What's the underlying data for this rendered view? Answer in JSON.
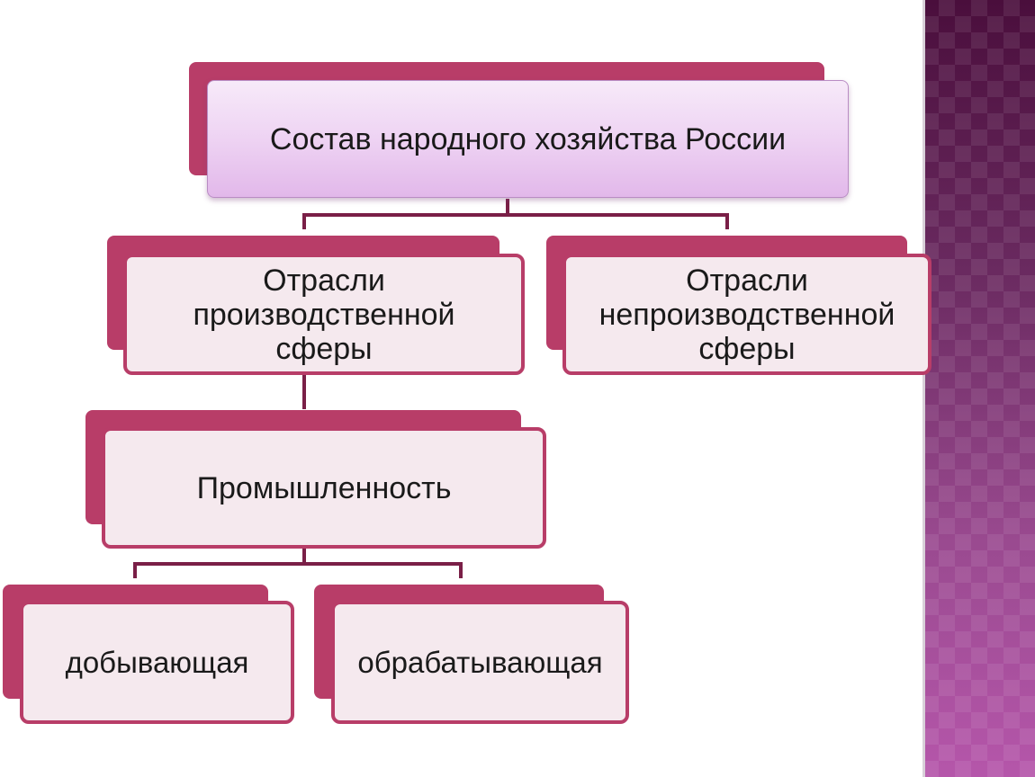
{
  "diagram": {
    "root": {
      "label": "Состав народного хозяйства России"
    },
    "level1": [
      {
        "label": "Отрасли\nпроизводственной\nсферы"
      },
      {
        "label": "Отрасли\nнепроизводственной\nсферы"
      }
    ],
    "level2": {
      "label": "Промышленность"
    },
    "level3": [
      {
        "label": "добывающая"
      },
      {
        "label": "обрабатывающая"
      }
    ],
    "colors": {
      "accent": "#b83d68",
      "box_fill": "#f5e9ee",
      "title_fill": "#eed3f3",
      "side_band": "#7a2f6e"
    }
  }
}
